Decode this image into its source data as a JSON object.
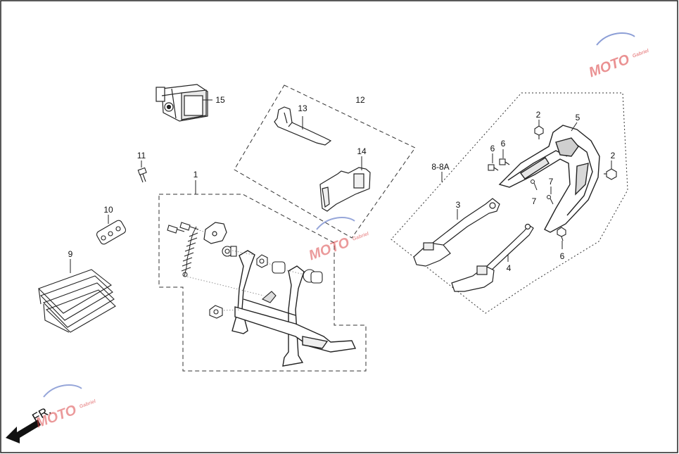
{
  "callouts": {
    "c1": "1",
    "c2a": "2",
    "c2b": "2",
    "c3": "3",
    "c4": "4",
    "c5": "5",
    "c6a": "6",
    "c6b": "6",
    "c6c": "6",
    "c7a": "7",
    "c7b": "7",
    "c88a": "8-8A",
    "c9": "9",
    "c10": "10",
    "c11": "11",
    "c12": "12",
    "c13": "13",
    "c14": "14",
    "c15": "15"
  },
  "front_marker": {
    "text": "FR."
  },
  "watermark": {
    "text": "MOTO",
    "subtext": "Gabriel"
  },
  "colors": {
    "line": "#222222",
    "dash": "#333333",
    "wm_red": "#d9383a",
    "wm_blue": "#2f4fb5"
  }
}
